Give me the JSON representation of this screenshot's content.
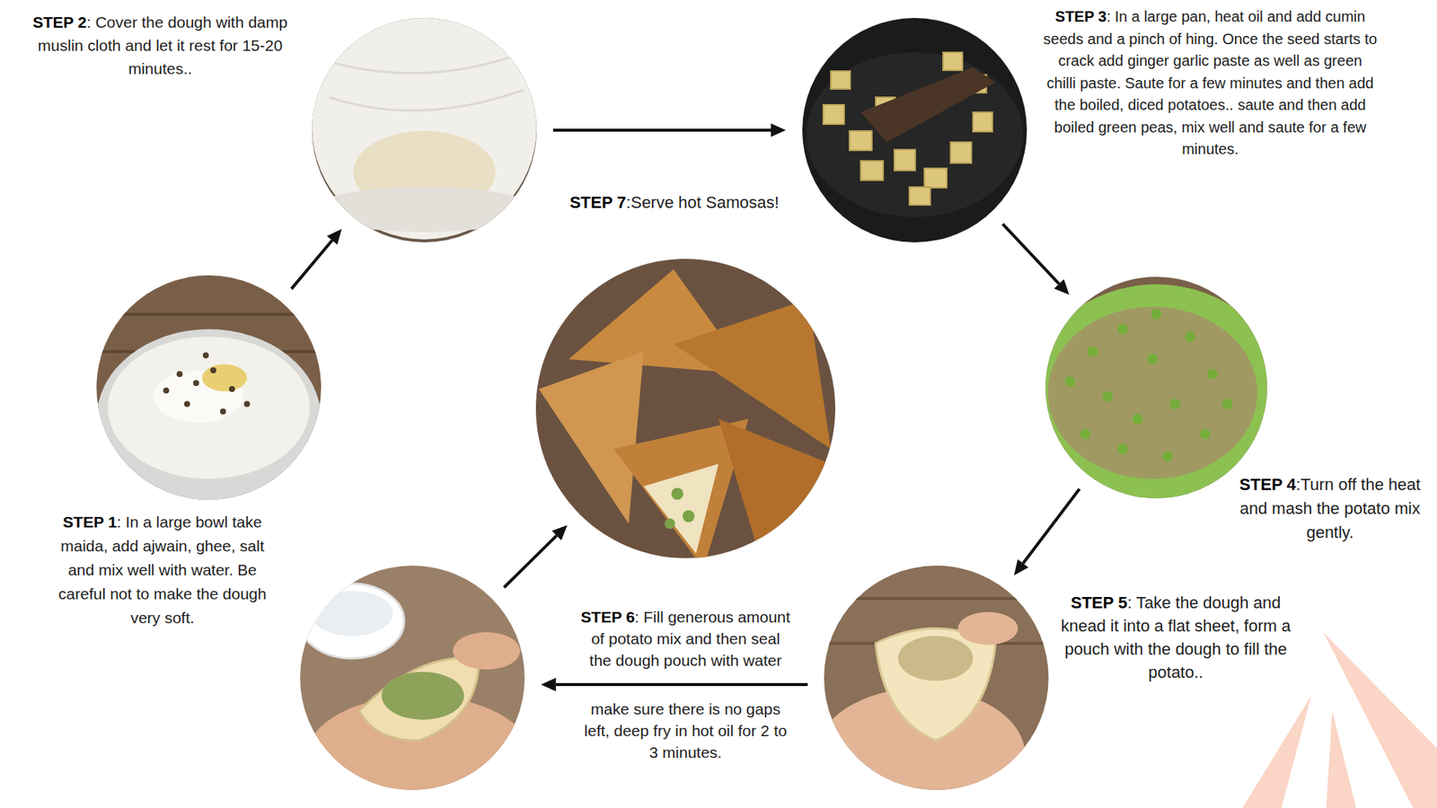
{
  "diagram": {
    "nodes": [
      {
        "text": [
          "STEP 1",
          ": In a large bowl take maida, add ajwain, ghee, salt and mix well with water. Be careful not to make the dough very soft."
        ]
      },
      {
        "text": [
          "STEP 2",
          ": Cover the dough with damp muslin cloth and let it rest for 15-20 minutes.."
        ]
      },
      {
        "text": [
          "STEP 3",
          ": In a large pan, heat oil and add cumin seeds and a pinch of hing. Once the seed starts to crack add ginger garlic paste as well as green chilli paste. Saute for a few minutes and then add the boiled, diced potatoes.. saute and then add boiled green peas, mix well and saute for a few minutes."
        ]
      },
      {
        "text": [
          "STEP 4",
          ":Turn off the heat and mash the potato mix gently."
        ]
      },
      {
        "text": [
          "STEP 5",
          ": Take the dough and knead it into a flat sheet, form a pouch with the dough to fill the potato.."
        ]
      },
      {
        "text": [
          "STEP 6",
          ": Fill generous amount of potato mix and then seal the dough pouch with water",
          "make sure there is no gaps left, deep fry in hot oil for 2 to 3 minutes."
        ]
      },
      {
        "text": [
          "STEP 7",
          ":Serve hot Samosas!"
        ]
      }
    ],
    "edges": [
      {
        "from": 0,
        "to": 1,
        "arrow": "to"
      },
      {
        "from": 1,
        "to": 2,
        "arrow": "to"
      },
      {
        "from": 2,
        "to": 3,
        "arrow": "to"
      },
      {
        "from": 3,
        "to": 4,
        "arrow": "to"
      },
      {
        "from": 4,
        "to": 5,
        "arrow": "to"
      },
      {
        "from": 5,
        "to": 6,
        "arrow": "to"
      }
    ]
  }
}
